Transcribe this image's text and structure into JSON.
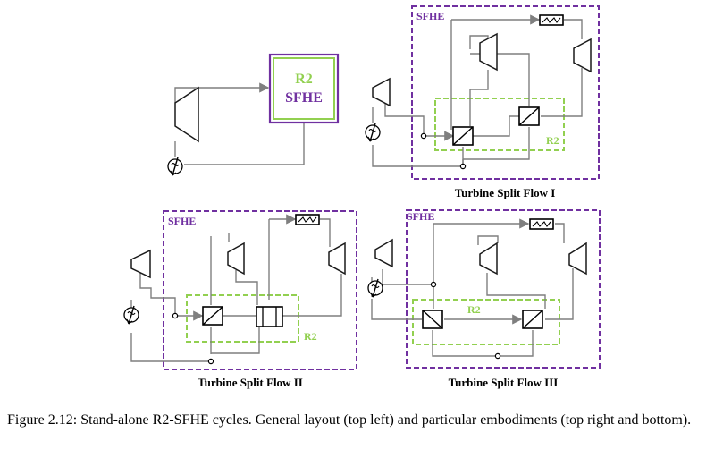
{
  "general_layout": {
    "r2_label": "R2",
    "sfhe_label": "SFHE"
  },
  "panels": [
    {
      "title": "Turbine Split Flow I",
      "sfhe_label": "SFHE",
      "r2_label": "R2"
    },
    {
      "title": "Turbine Split Flow II",
      "sfhe_label": "SFHE",
      "r2_label": "R2"
    },
    {
      "title": "Turbine Split Flow III",
      "sfhe_label": "SFHE",
      "r2_label": "R2"
    }
  ],
  "caption": "Figure 2.12: Stand-alone R2-SFHE cycles. General layout (top left) and particular embodiments (top right and bottom).",
  "colors": {
    "sfhe": "#7030a0",
    "r2": "#92d050",
    "pipe": "#7f7f7f"
  }
}
